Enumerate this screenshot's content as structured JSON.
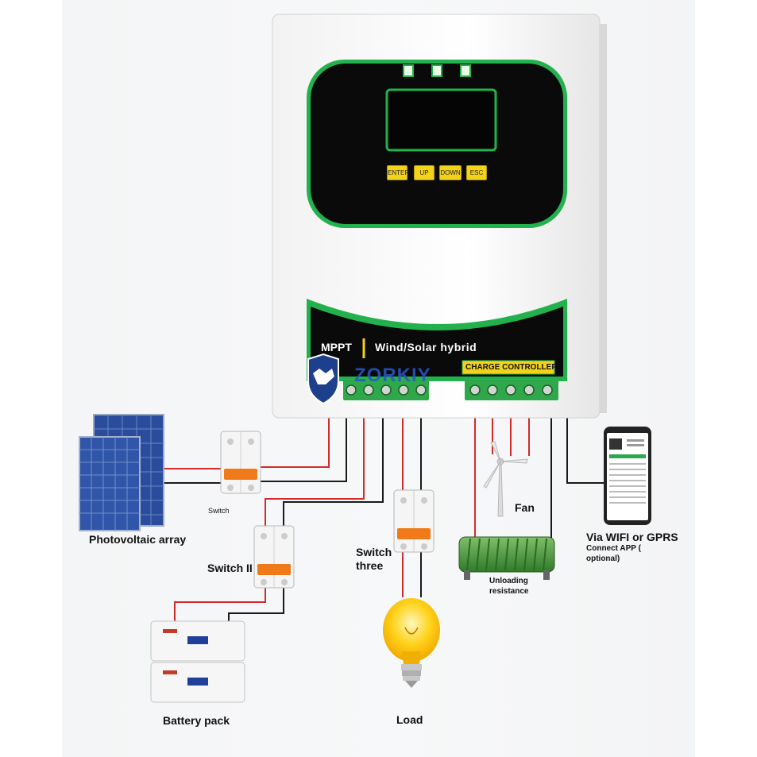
{
  "controller": {
    "mppt": "MPPT",
    "title": "Wind/Solar hybrid",
    "subtitle": "CHARGE CONTROLLER",
    "brand": "ZORKIY",
    "buttons": [
      "ENTER",
      "UP",
      "DOWN",
      "ESC"
    ]
  },
  "labels": {
    "pv_array": "Photovoltaic array",
    "switch_1": "Switch",
    "switch_2": "Switch II",
    "switch_3_line1": "Switch",
    "switch_3_line2": "three",
    "fan": "Fan",
    "unloading_line1": "Unloading",
    "unloading_line2": "resistance",
    "wifi": "Via WIFI or GPRS",
    "app_line1": "Connect APP (",
    "app_line2": "optional)",
    "battery_pack": "Battery pack",
    "load": "Load"
  },
  "colors": {
    "panel_green": "#23b14d",
    "panel_black": "#0a0a0a",
    "wire_red": "#d42a2a",
    "wire_black": "#1a1a1a",
    "button_yellow": "#f3d21a",
    "switch_orange": "#f07a1a"
  }
}
